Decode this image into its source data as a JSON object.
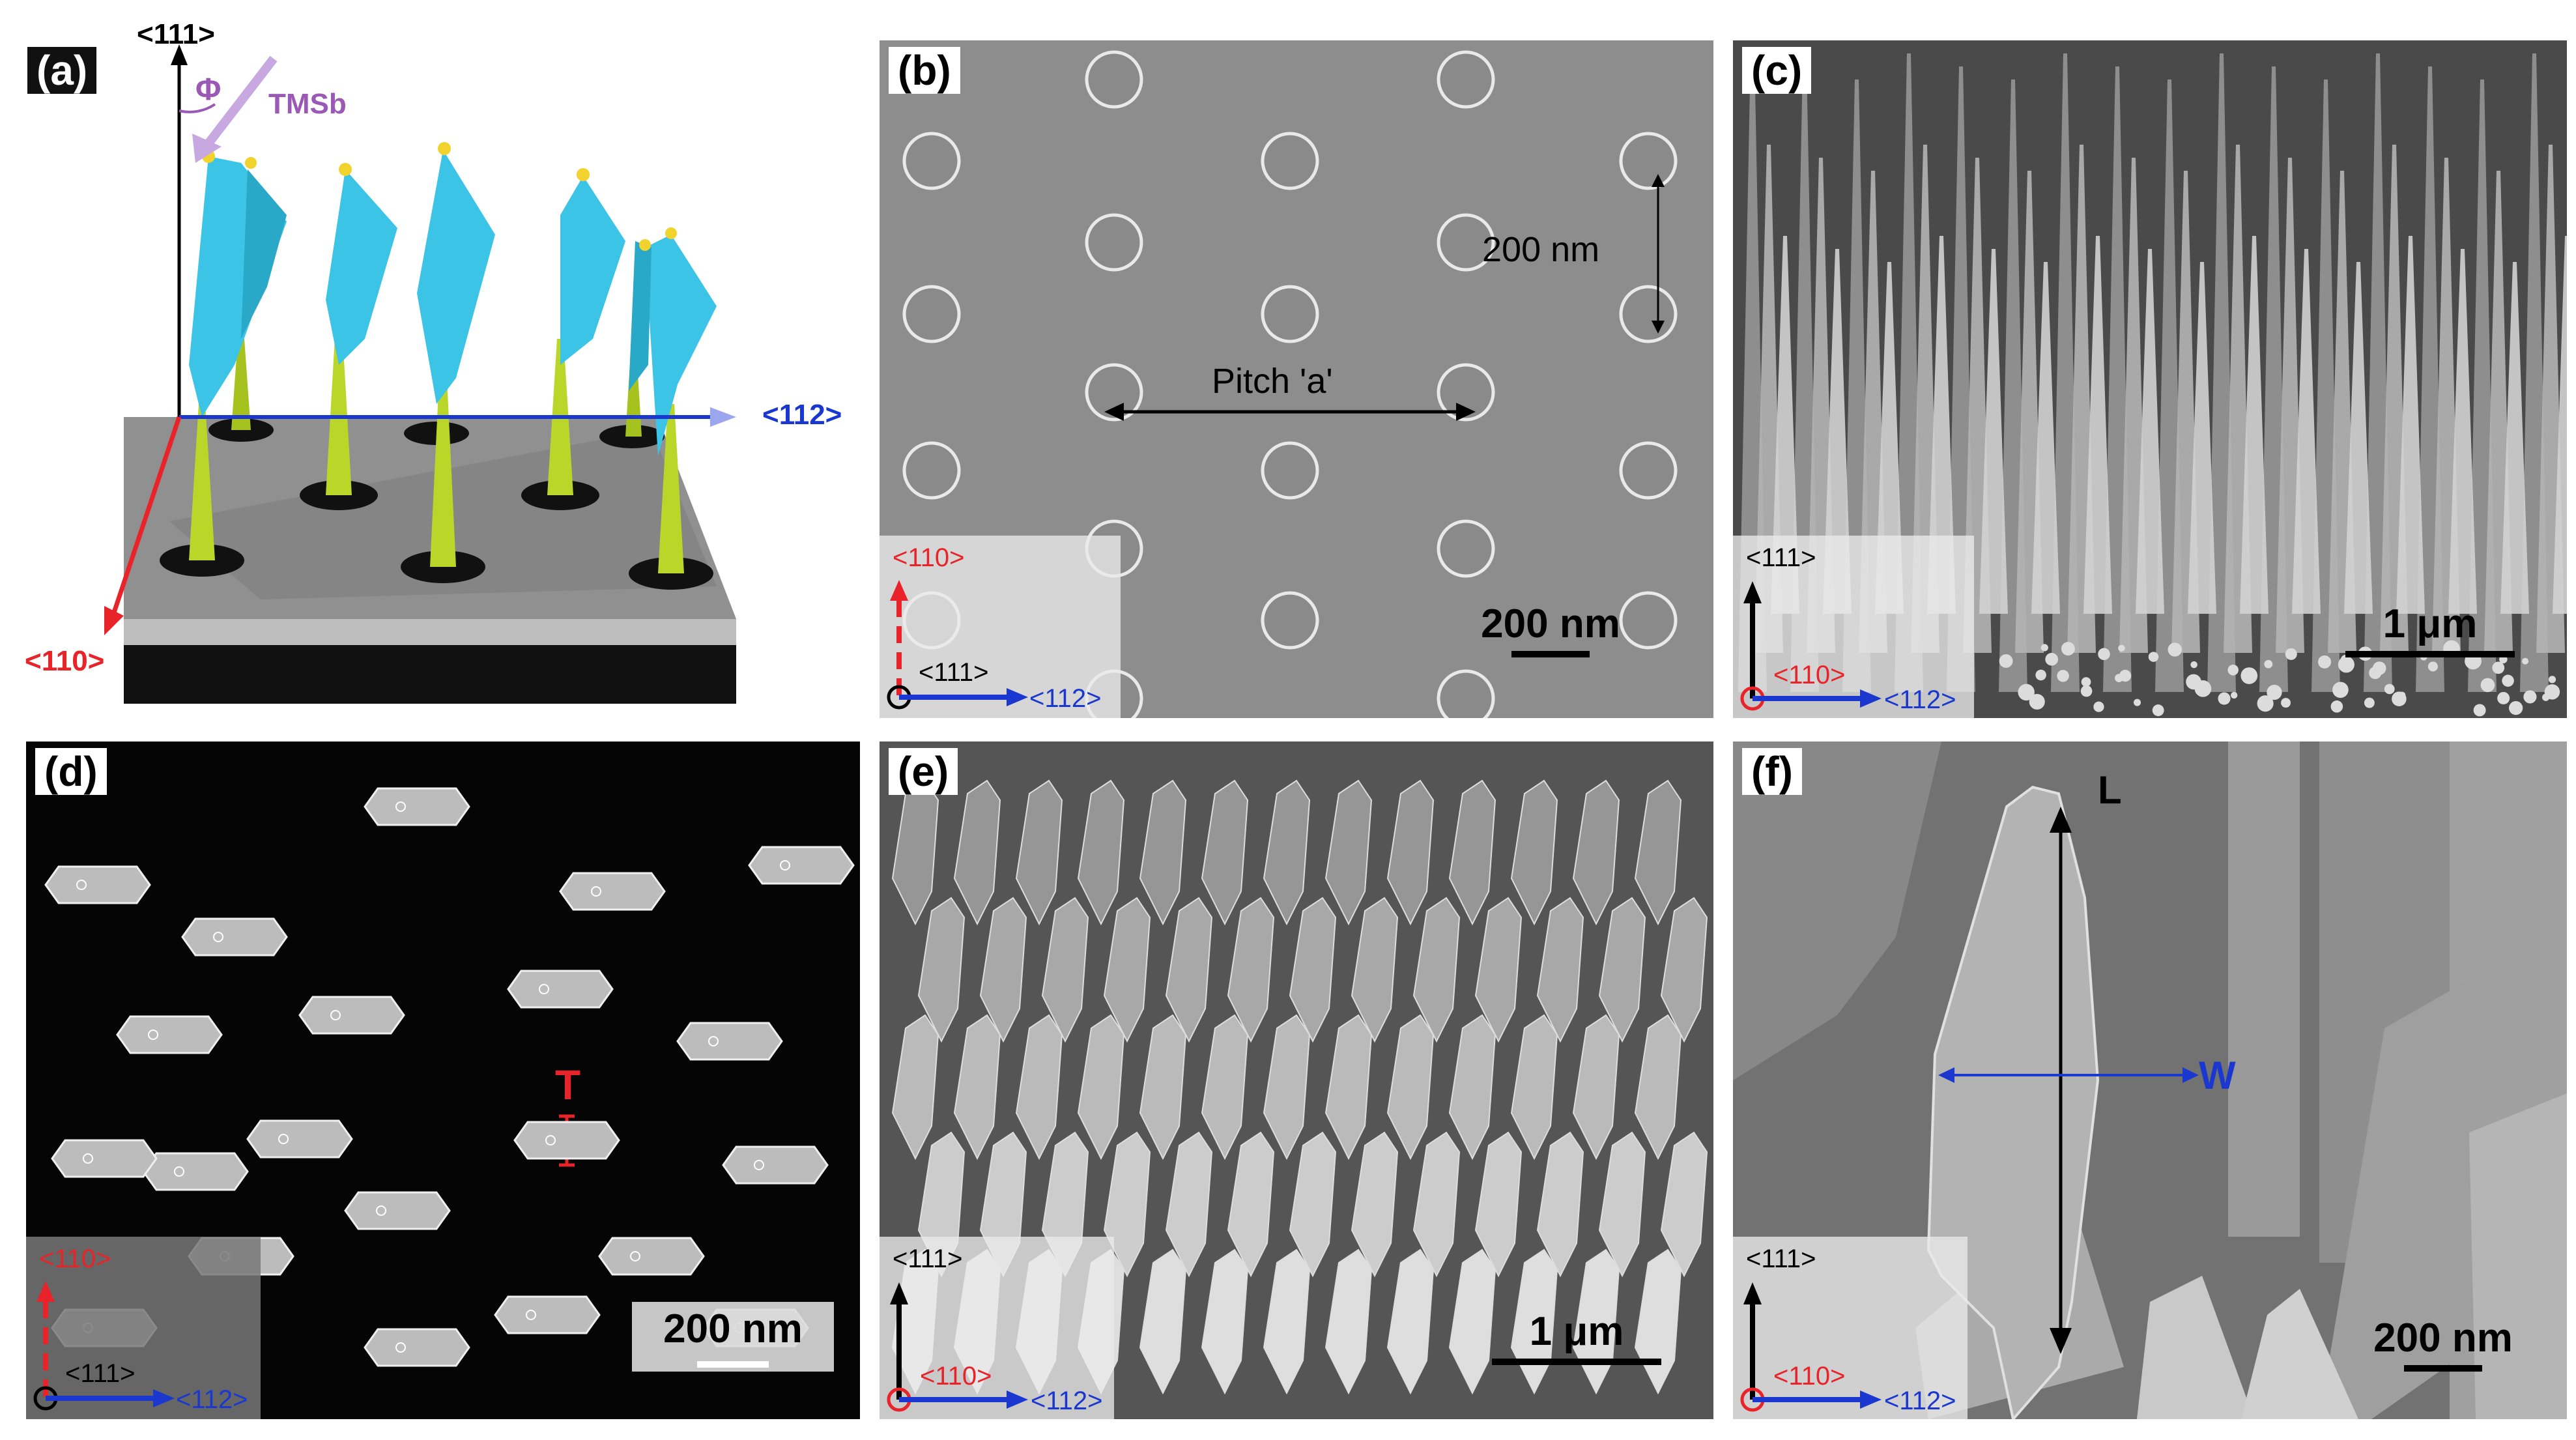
{
  "panels": {
    "a": {
      "label": "(a)",
      "axis_top": "<111>",
      "axis_right": "<112>",
      "axis_left": "<110>",
      "angle_symbol": "Φ",
      "precursor": "TMSb"
    },
    "b": {
      "label": "(b)",
      "annotation_spacing": "200 nm",
      "annotation_pitch": "Pitch 'a'",
      "scale_bar": "200 nm",
      "axis_up": "<110>",
      "axis_normal": "<111>",
      "axis_right": "<112>"
    },
    "c": {
      "label": "(c)",
      "scale_bar": "1 μm",
      "axis_up": "<111>",
      "axis_normal": "<110>",
      "axis_right": "<112>"
    },
    "d": {
      "label": "(d)",
      "annotation_thickness": "T",
      "scale_bar": "200 nm",
      "axis_up": "<110>",
      "axis_normal": "<111>",
      "axis_right": "<112>"
    },
    "e": {
      "label": "(e)",
      "scale_bar": "1 μm",
      "axis_up": "<111>",
      "axis_normal": "<110>",
      "axis_right": "<112>"
    },
    "f": {
      "label": "(f)",
      "annotation_length": "L",
      "annotation_width": "W",
      "scale_bar": "200 nm",
      "axis_up": "<111>",
      "axis_normal": "<110>",
      "axis_right": "<112>"
    }
  },
  "colors": {
    "axis_red": "#e8232a",
    "axis_blue": "#1a38d0",
    "flake_cyan": "#3cc4e6",
    "stem_green": "#b9d629",
    "precursor_purple": "#9b59b6"
  }
}
